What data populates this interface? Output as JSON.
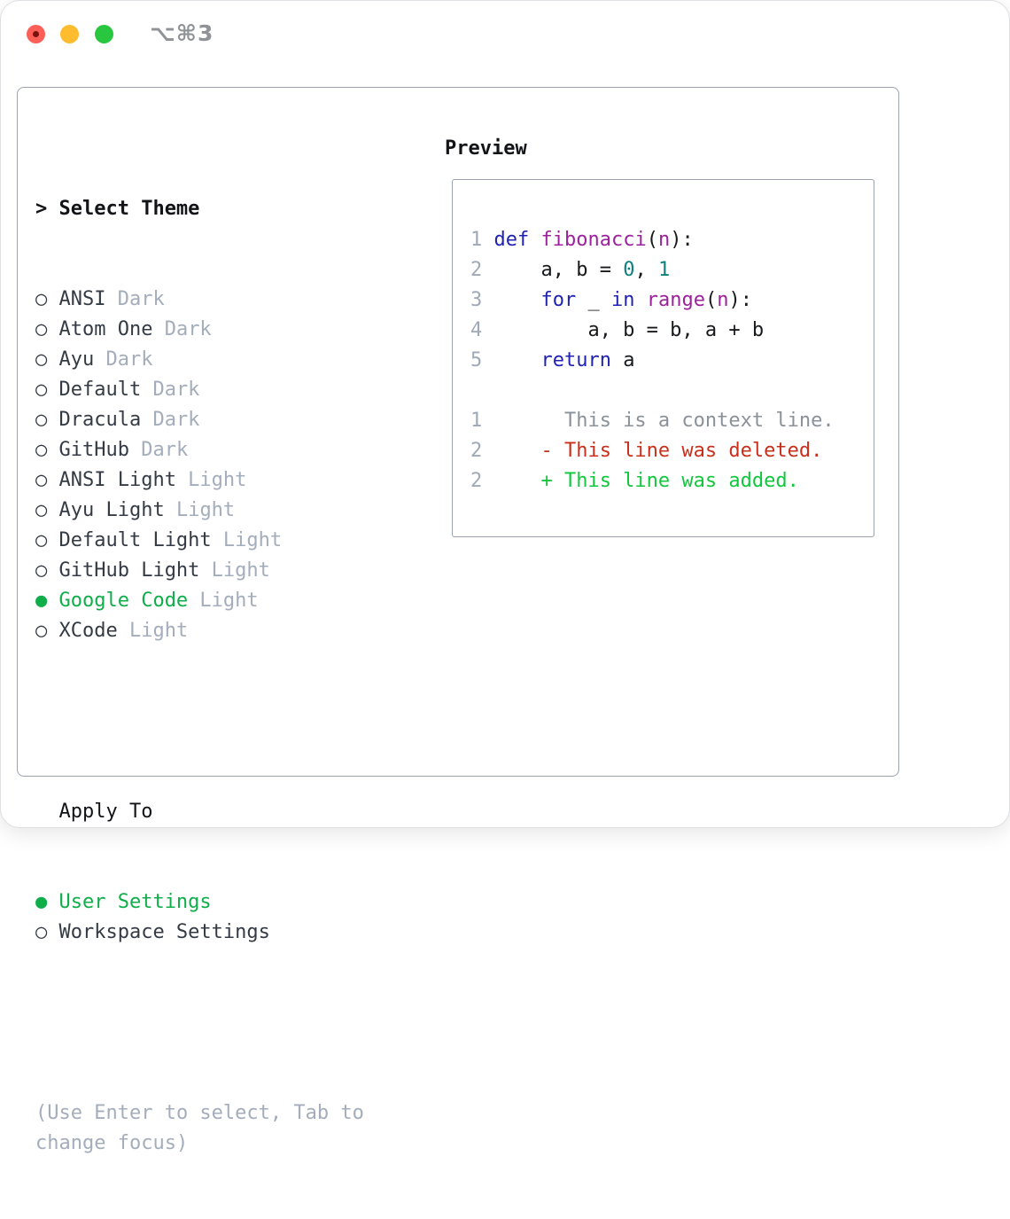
{
  "window": {
    "title": "⌥⌘3",
    "controls": [
      "close",
      "minimize",
      "zoom"
    ]
  },
  "icons": {
    "header_cursor": ">",
    "radio_selected": "●",
    "radio_unselected": "○"
  },
  "theme_list": {
    "header": "Select Theme",
    "items": [
      {
        "name": "ANSI",
        "variant": "Dark",
        "selected": false
      },
      {
        "name": "Atom One",
        "variant": "Dark",
        "selected": false
      },
      {
        "name": "Ayu",
        "variant": "Dark",
        "selected": false
      },
      {
        "name": "Default",
        "variant": "Dark",
        "selected": false
      },
      {
        "name": "Dracula",
        "variant": "Dark",
        "selected": false
      },
      {
        "name": "GitHub",
        "variant": "Dark",
        "selected": false
      },
      {
        "name": "ANSI Light",
        "variant": "Light",
        "selected": false
      },
      {
        "name": "Ayu Light",
        "variant": "Light",
        "selected": false
      },
      {
        "name": "Default Light",
        "variant": "Light",
        "selected": false
      },
      {
        "name": "GitHub Light",
        "variant": "Light",
        "selected": false
      },
      {
        "name": "Google Code",
        "variant": "Light",
        "selected": true
      },
      {
        "name": "XCode",
        "variant": "Light",
        "selected": false
      }
    ]
  },
  "apply_to": {
    "header": "Apply To",
    "items": [
      {
        "name": "User Settings",
        "selected": true
      },
      {
        "name": "Workspace Settings",
        "selected": false
      }
    ]
  },
  "hint": "(Use Enter to select, Tab to change focus)",
  "preview": {
    "header": "Preview",
    "lines": [
      {
        "num": "1",
        "kind": "code",
        "segments": [
          [
            "def",
            "keyword"
          ],
          [
            " ",
            "plain"
          ],
          [
            "fibonacci",
            "function"
          ],
          [
            "(",
            "plain"
          ],
          [
            "n",
            "param"
          ],
          [
            "):",
            "plain"
          ]
        ]
      },
      {
        "num": "2",
        "kind": "code",
        "segments": [
          [
            "    a, b = ",
            "plain"
          ],
          [
            "0",
            "number"
          ],
          [
            ", ",
            "plain"
          ],
          [
            "1",
            "number"
          ]
        ]
      },
      {
        "num": "3",
        "kind": "code",
        "segments": [
          [
            "    ",
            "plain"
          ],
          [
            "for",
            "keyword"
          ],
          [
            " _ ",
            "plain"
          ],
          [
            "in",
            "keyword"
          ],
          [
            " ",
            "plain"
          ],
          [
            "range",
            "function"
          ],
          [
            "(",
            "plain"
          ],
          [
            "n",
            "param"
          ],
          [
            "):",
            "plain"
          ]
        ]
      },
      {
        "num": "4",
        "kind": "code",
        "segments": [
          [
            "        a, b = b, a + b",
            "plain"
          ]
        ]
      },
      {
        "num": "5",
        "kind": "code",
        "segments": [
          [
            "    ",
            "plain"
          ],
          [
            "return",
            "keyword"
          ],
          [
            " a",
            "plain"
          ]
        ]
      },
      {
        "num": "",
        "kind": "blank",
        "segments": []
      },
      {
        "num": "1",
        "kind": "context",
        "segments": [
          [
            "      This is a context line.",
            "context"
          ]
        ]
      },
      {
        "num": "2",
        "kind": "deleted",
        "segments": [
          [
            "    - This line was deleted.",
            "deleted"
          ]
        ]
      },
      {
        "num": "2",
        "kind": "added",
        "segments": [
          [
            "    + This line was added.",
            "added"
          ]
        ]
      }
    ]
  },
  "colors": {
    "window_border": "#dddfe3",
    "panel_border": "#9aa3ae",
    "title_text": "#8f9296",
    "traffic_red": "#fe5f57",
    "traffic_red_dot": "#7a1010",
    "traffic_yellow": "#febc2e",
    "traffic_green": "#29c73f",
    "heading_text": "#121418",
    "item_text": "#343b45",
    "muted_text": "#a4adbb",
    "lineno_text": "#9fa9b7",
    "accent_green": "#0fae4a",
    "code_plain": "#17191c",
    "code_keyword": "#2023b1",
    "code_function": "#9c219c",
    "code_number": "#0f7e7e",
    "diff_context": "#8a9199",
    "diff_deleted": "#c9301c",
    "diff_added": "#12c73e"
  }
}
